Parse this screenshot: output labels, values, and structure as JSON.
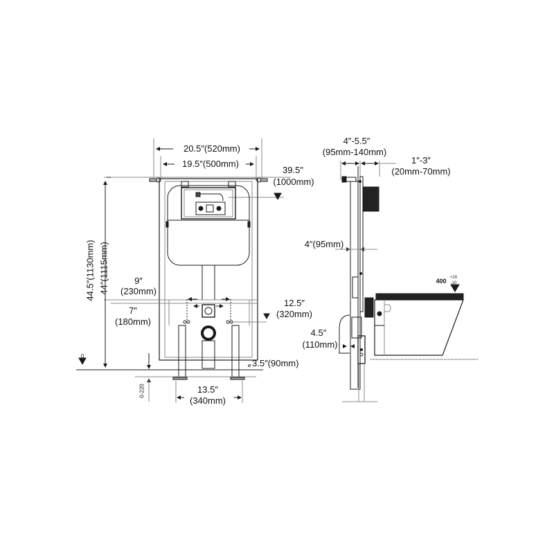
{
  "front_view": {
    "width_outer": "20.5″(520mm)",
    "width_inner": "19.5″(500mm)",
    "height_top_line": "39.5″",
    "height_top_line_mm": "(1000mm)",
    "height_total": "44.5″(1130mm)",
    "height_frame": "44″(1115mm)",
    "bolt_spacing_in": "9″",
    "bolt_spacing_mm": "(230mm)",
    "inlet_spacing_in": "7″",
    "inlet_spacing_mm": "(180mm)",
    "bolt_height_in": "12.5″",
    "bolt_height_mm": "(320mm)",
    "drain_diameter": "3.5″(90mm)",
    "diameter_symbol": "⌀",
    "feet_spacing_in": "13.5″",
    "feet_spacing_mm": "(340mm)",
    "floor_zero": "0",
    "foot_adjust": "0-220"
  },
  "side_view": {
    "depth_range_in": "4″-5.5″",
    "depth_range_mm": "(95mm-140mm)",
    "wall_range_in": "1″-3″",
    "wall_range_mm": "(20mm-70mm)",
    "frame_depth": "4″(95mm)",
    "pipe_offset_in": "4.5″",
    "pipe_offset_mm": "(110mm)",
    "seat_height": "400",
    "seat_tol_plus": "+20",
    "seat_tol_minus": "-10"
  },
  "colors": {
    "line": "#1a1a1a",
    "fill_dark": "#222222",
    "background": "#ffffff",
    "grey": "#8a8a8a"
  }
}
